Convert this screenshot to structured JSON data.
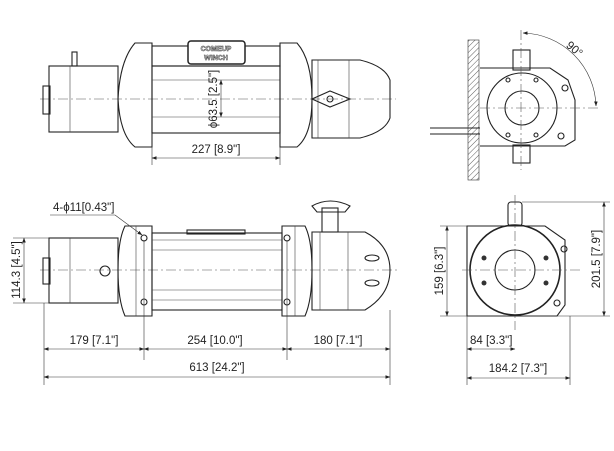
{
  "drawing": {
    "logo": {
      "line1": "COMEUP",
      "line2": "WINCH"
    },
    "top_view": {
      "drum_length": "227 [8.9\"]",
      "drum_diameter": "ϕ63.5 [2.5\"]"
    },
    "side_view": {
      "hole_callout": "4-ϕ11[0.43\"]",
      "motor_height": "114.3 [4.5\"]",
      "dim_motor": "179 [7.1\"]",
      "dim_bolt_spacing": "254 [10.0\"]",
      "dim_gearbox": "180 [7.1\"]",
      "overall_length": "613 [24.2\"]"
    },
    "mount_view": {
      "angle": "90°"
    },
    "end_view": {
      "height_body": "159 [6.3\"]",
      "height_overall": "201.5 [7.9\"]",
      "center_offset": "84 [3.3\"]",
      "overall_width": "184.2 [7.3\"]"
    }
  }
}
